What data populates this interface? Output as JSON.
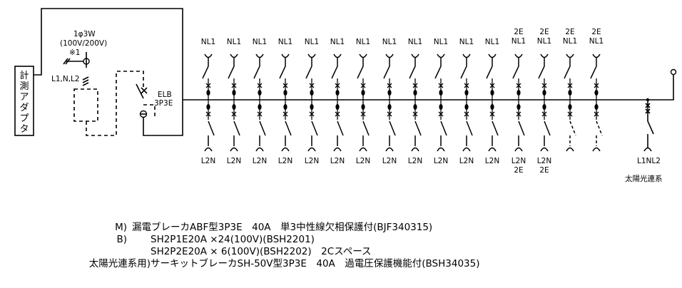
{
  "diagram": {
    "adapter_label": "計測アダプタ",
    "meter_label": "1φ3W",
    "voltage_label": "(100V/200V)",
    "note_mark": "※1",
    "phase_label": "L1,N,L2",
    "main_breaker_label_1": "ELB",
    "main_breaker_label_2": "3P3E",
    "branches": [
      {
        "top": [
          "NL1"
        ],
        "bottom": [
          "L2N"
        ],
        "style": "normal"
      },
      {
        "top": [
          "NL1"
        ],
        "bottom": [
          "L2N"
        ],
        "style": "normal"
      },
      {
        "top": [
          "NL1"
        ],
        "bottom": [
          "L2N"
        ],
        "style": "normal"
      },
      {
        "top": [
          "NL1"
        ],
        "bottom": [
          "L2N"
        ],
        "style": "normal"
      },
      {
        "top": [
          "NL1"
        ],
        "bottom": [
          "L2N"
        ],
        "style": "normal"
      },
      {
        "top": [
          "NL1"
        ],
        "bottom": [
          "L2N"
        ],
        "style": "normal"
      },
      {
        "top": [
          "NL1"
        ],
        "bottom": [
          "L2N"
        ],
        "style": "normal"
      },
      {
        "top": [
          "NL1"
        ],
        "bottom": [
          "L2N"
        ],
        "style": "normal"
      },
      {
        "top": [
          "NL1"
        ],
        "bottom": [
          "L2N"
        ],
        "style": "normal"
      },
      {
        "top": [
          "NL1"
        ],
        "bottom": [
          "L2N"
        ],
        "style": "normal"
      },
      {
        "top": [
          "NL1"
        ],
        "bottom": [
          "L2N"
        ],
        "style": "normal"
      },
      {
        "top": [
          "NL1"
        ],
        "bottom": [
          "L2N"
        ],
        "style": "normal"
      },
      {
        "top": [
          "2E",
          "NL1"
        ],
        "bottom": [
          "L2N",
          "2E"
        ],
        "style": "normal"
      },
      {
        "top": [
          "2E",
          "NL1"
        ],
        "bottom": [
          "L2N",
          "2E"
        ],
        "style": "normal"
      },
      {
        "top": [
          "2E",
          "NL1"
        ],
        "bottom": [],
        "style": "space"
      },
      {
        "top": [
          "2E",
          "NL1"
        ],
        "bottom": [],
        "style": "space"
      }
    ],
    "solar_branch_label": "L1NL2",
    "solar_caption": "太陽光連系"
  },
  "notes": [
    {
      "prefix": "M)",
      "text": "漏電ブレーカABF型3P3E　40A　単3中性線欠相保護付(BJF340315)"
    },
    {
      "prefix": "B)",
      "text": "SH2P1E20A ×24(100V)(BSH2201)"
    },
    {
      "prefix": "",
      "text": "SH2P2E20A × 6(100V)(BSH2202)　2Cスペース"
    },
    {
      "prefix": "太陽光連系用)",
      "text": "サーキットブレーカSH-50V型3P3E　40A　過電圧保護機能付(BSH34035)"
    }
  ]
}
